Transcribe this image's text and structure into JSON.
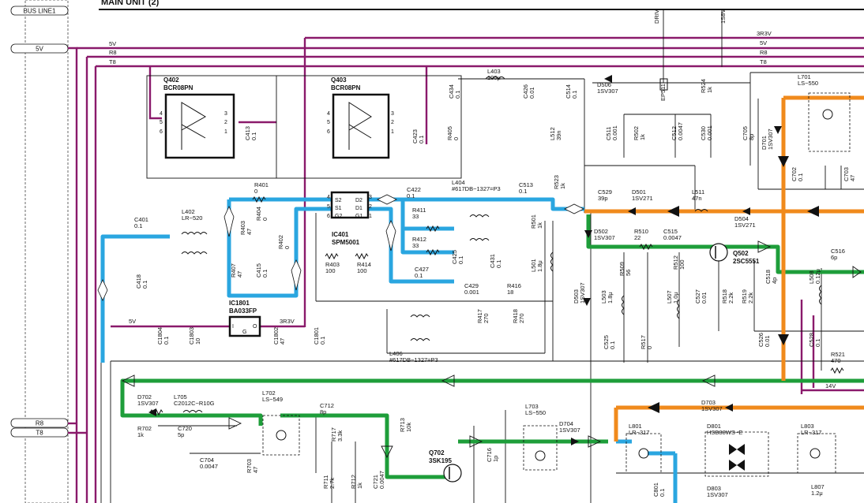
{
  "title": "MAIN UNIT (2)",
  "bus_labels": [
    "BUS LINE1",
    "5V",
    "R8",
    "T8"
  ],
  "rail_labels": {
    "v5": "5V",
    "r8": "R8",
    "t8": "T8",
    "v5b": "5V",
    "r3v3": "3R3V",
    "v5r": "5V",
    "r8r": "R8",
    "t8r": "T8",
    "driv": "DRIV",
    "s8v": "1S8V",
    "v14": "14V",
    "r3v3b": "3R3V"
  },
  "ics": {
    "q402": {
      "ref": "Q402",
      "part": "BCR08PN",
      "pins": [
        "4",
        "5",
        "6",
        "3",
        "2",
        "1"
      ]
    },
    "q403": {
      "ref": "Q403",
      "part": "BCR08PN",
      "pins": [
        "4",
        "5",
        "6",
        "3",
        "2",
        "1"
      ]
    },
    "ic401": {
      "ref": "IC401",
      "part": "SPM5001",
      "pins": [
        "D2",
        "S1",
        "G2",
        "S2",
        "D1",
        "G1",
        "4",
        "5",
        "6",
        "3",
        "2",
        "1"
      ]
    },
    "ic1801": {
      "ref": "IC1801",
      "part": "BA033FP",
      "pins": [
        "I",
        "G",
        "O"
      ]
    },
    "q502": {
      "ref": "Q502",
      "part": "2SC5551"
    },
    "q702": {
      "ref": "Q702",
      "part": "3SK195"
    }
  },
  "components": [
    {
      "ref": "C413",
      "value": "0.1"
    },
    {
      "ref": "C423",
      "value": "0.1"
    },
    {
      "ref": "R405",
      "value": "0"
    },
    {
      "ref": "C434",
      "value": "0.1"
    },
    {
      "ref": "L403",
      "value": "100μ"
    },
    {
      "ref": "C426",
      "value": "0.01"
    },
    {
      "ref": "C514",
      "value": "0.1"
    },
    {
      "ref": "D506",
      "value": "1SV307"
    },
    {
      "ref": "EP511",
      "value": ""
    },
    {
      "ref": "R524",
      "value": "1k"
    },
    {
      "ref": "L701",
      "value": "LS−550"
    },
    {
      "ref": "L512",
      "value": "39n"
    },
    {
      "ref": "C511",
      "value": "0.001"
    },
    {
      "ref": "R502",
      "value": "1k"
    },
    {
      "ref": "C512",
      "value": "0.0047"
    },
    {
      "ref": "C530",
      "value": "0.001"
    },
    {
      "ref": "C705",
      "value": "8p"
    },
    {
      "ref": "D701",
      "value": "1SV307"
    },
    {
      "ref": "C702",
      "value": "0.1"
    },
    {
      "ref": "C703",
      "value": "47"
    },
    {
      "ref": "R401",
      "value": "0"
    },
    {
      "ref": "C422",
      "value": "0.1"
    },
    {
      "ref": "L404",
      "value": "#617DB−1327=P3"
    },
    {
      "ref": "C513",
      "value": "0.1"
    },
    {
      "ref": "R523",
      "value": "1k"
    },
    {
      "ref": "C529",
      "value": "39p"
    },
    {
      "ref": "D501",
      "value": "1SV271"
    },
    {
      "ref": "L511",
      "value": "47n"
    },
    {
      "ref": "D504",
      "value": "1SV271"
    },
    {
      "ref": "C401",
      "value": "0.1"
    },
    {
      "ref": "L402",
      "value": "LR−520"
    },
    {
      "ref": "R403",
      "value": "47"
    },
    {
      "ref": "R404",
      "value": "0"
    },
    {
      "ref": "R402",
      "value": "0"
    },
    {
      "ref": "R411",
      "value": "33"
    },
    {
      "ref": "R412",
      "value": "33"
    },
    {
      "ref": "R501",
      "value": "1k"
    },
    {
      "ref": "D502",
      "value": "1SV307"
    },
    {
      "ref": "R510",
      "value": "22"
    },
    {
      "ref": "C515",
      "value": "0.0047"
    },
    {
      "ref": "C516",
      "value": "6p"
    },
    {
      "ref": "R407",
      "value": "47"
    },
    {
      "ref": "C415",
      "value": "0.1"
    },
    {
      "ref": "R403",
      "value": "100"
    },
    {
      "ref": "R414",
      "value": "100"
    },
    {
      "ref": "C425",
      "value": "0.1"
    },
    {
      "ref": "C427",
      "value": "0.1"
    },
    {
      "ref": "C431",
      "value": "0.1"
    },
    {
      "ref": "L501",
      "value": "1.8μ"
    },
    {
      "ref": "R512",
      "value": "100"
    },
    {
      "ref": "R509",
      "value": "56"
    },
    {
      "ref": "C518",
      "value": "4p"
    },
    {
      "ref": "L508",
      "value": "0.12μ"
    },
    {
      "ref": "C418",
      "value": "0.1"
    },
    {
      "ref": "C429",
      "value": "0.001"
    },
    {
      "ref": "R416",
      "value": "18"
    },
    {
      "ref": "D503",
      "value": "1SV307"
    },
    {
      "ref": "L503",
      "value": "1.8μ"
    },
    {
      "ref": "L507",
      "value": "1.0μ"
    },
    {
      "ref": "C527",
      "value": "0.01"
    },
    {
      "ref": "R518",
      "value": "2.2k"
    },
    {
      "ref": "R519",
      "value": "2.2k"
    },
    {
      "ref": "C1804",
      "value": "0.1"
    },
    {
      "ref": "C1803",
      "value": "10"
    },
    {
      "ref": "C1802",
      "value": "47"
    },
    {
      "ref": "C1801",
      "value": "0.1"
    },
    {
      "ref": "R417",
      "value": "270"
    },
    {
      "ref": "R418",
      "value": "270"
    },
    {
      "ref": "C525",
      "value": "0.1"
    },
    {
      "ref": "R517",
      "value": "0"
    },
    {
      "ref": "C526",
      "value": "0.01"
    },
    {
      "ref": "C528",
      "value": "0.1"
    },
    {
      "ref": "R521",
      "value": "470"
    },
    {
      "ref": "L406",
      "value": "#617DB−1327=P3"
    },
    {
      "ref": "D702",
      "value": "1SV307"
    },
    {
      "ref": "R702",
      "value": "1k"
    },
    {
      "ref": "L705",
      "value": "C2012C−R10G"
    },
    {
      "ref": "C720",
      "value": "5p"
    },
    {
      "ref": "L702",
      "value": "LS−549"
    },
    {
      "ref": "C712",
      "value": "8p"
    },
    {
      "ref": "L703",
      "value": "LS−550"
    },
    {
      "ref": "D704",
      "value": "1SV307"
    },
    {
      "ref": "D703",
      "value": "1SV307"
    },
    {
      "ref": "L801",
      "value": "LR−317"
    },
    {
      "ref": "D801",
      "value": "HSB88WS−E"
    },
    {
      "ref": "L803",
      "value": "LR−317"
    },
    {
      "ref": "C704",
      "value": "0.0047"
    },
    {
      "ref": "R703",
      "value": "47"
    },
    {
      "ref": "R717",
      "value": "3.3k"
    },
    {
      "ref": "R713",
      "value": "10k"
    },
    {
      "ref": "R711",
      "value": "2.7k"
    },
    {
      "ref": "R712",
      "value": "1k"
    },
    {
      "ref": "C721",
      "value": "0.0047"
    },
    {
      "ref": "C716",
      "value": "1p"
    },
    {
      "ref": "C801",
      "value": "0.1"
    },
    {
      "ref": "D803",
      "value": "1SV307"
    },
    {
      "ref": "L807",
      "value": "1.2μ"
    }
  ],
  "colors": {
    "power_rail": "#8a1a6b",
    "signal_blue": "#2aa6e0",
    "signal_green": "#1e9e3a",
    "signal_orange": "#f08a1c",
    "wire": "#111111"
  }
}
